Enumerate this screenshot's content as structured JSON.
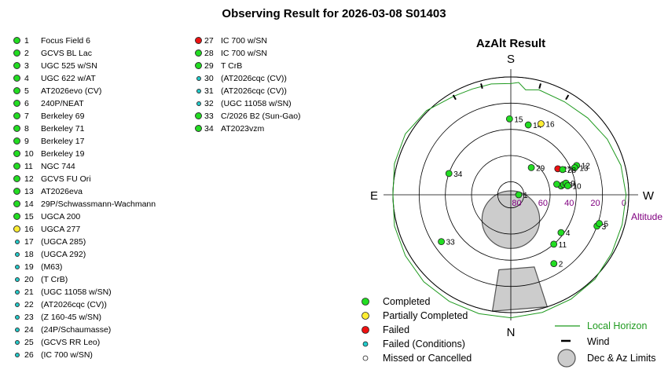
{
  "title": "Observing Result for 2026-03-08 S01403",
  "status_colors": {
    "completed": "#22dd22",
    "partial": "#ffee33",
    "failed": "#ee1111",
    "failed_conditions": "#22cccc",
    "missed": "#ffffff"
  },
  "targets_col1": [
    {
      "num": "1",
      "name": "Focus Field 6",
      "status": "completed"
    },
    {
      "num": "2",
      "name": "GCVS BL Lac",
      "status": "completed"
    },
    {
      "num": "3",
      "name": "UGC 525 w/SN",
      "status": "completed"
    },
    {
      "num": "4",
      "name": "UGC 622 w/AT",
      "status": "completed"
    },
    {
      "num": "5",
      "name": "AT2026evo (CV)",
      "status": "completed"
    },
    {
      "num": "6",
      "name": "240P/NEAT",
      "status": "completed"
    },
    {
      "num": "7",
      "name": "Berkeley 69",
      "status": "completed"
    },
    {
      "num": "8",
      "name": "Berkeley 71",
      "status": "completed"
    },
    {
      "num": "9",
      "name": "Berkeley 17",
      "status": "completed"
    },
    {
      "num": "10",
      "name": "Berkeley 19",
      "status": "completed"
    },
    {
      "num": "11",
      "name": "NGC 744",
      "status": "completed"
    },
    {
      "num": "12",
      "name": "GCVS FU Ori",
      "status": "completed"
    },
    {
      "num": "13",
      "name": "AT2026eva",
      "status": "completed"
    },
    {
      "num": "14",
      "name": "29P/Schwassmann-Wachmann",
      "status": "completed"
    },
    {
      "num": "15",
      "name": "UGCA 200",
      "status": "completed"
    },
    {
      "num": "16",
      "name": "UGCA 277",
      "status": "partial"
    },
    {
      "num": "17",
      "name": "(UGCA 285)",
      "status": "failed_conditions"
    },
    {
      "num": "18",
      "name": "(UGCA 292)",
      "status": "failed_conditions"
    },
    {
      "num": "19",
      "name": "(M63)",
      "status": "failed_conditions"
    },
    {
      "num": "20",
      "name": "(T CrB)",
      "status": "failed_conditions"
    },
    {
      "num": "21",
      "name": "(UGC 11058 w/SN)",
      "status": "failed_conditions"
    },
    {
      "num": "22",
      "name": "(AT2026cqc (CV))",
      "status": "failed_conditions"
    },
    {
      "num": "23",
      "name": "(Z 160-45 w/SN)",
      "status": "failed_conditions"
    },
    {
      "num": "24",
      "name": "(24P/Schaumasse)",
      "status": "failed_conditions"
    },
    {
      "num": "25",
      "name": "(GCVS RR Leo)",
      "status": "failed_conditions"
    },
    {
      "num": "26",
      "name": "(IC 700 w/SN)",
      "status": "failed_conditions"
    }
  ],
  "targets_col2": [
    {
      "num": "27",
      "name": "IC 700 w/SN",
      "status": "failed"
    },
    {
      "num": "28",
      "name": "IC 700 w/SN",
      "status": "completed"
    },
    {
      "num": "29",
      "name": "T CrB",
      "status": "completed"
    },
    {
      "num": "30",
      "name": "(AT2026cqc (CV))",
      "status": "failed_conditions"
    },
    {
      "num": "31",
      "name": "(AT2026cqc (CV))",
      "status": "failed_conditions"
    },
    {
      "num": "32",
      "name": "(UGC 11058 w/SN)",
      "status": "failed_conditions"
    },
    {
      "num": "33",
      "name": "C/2026 B2 (Sun-Gao)",
      "status": "completed"
    },
    {
      "num": "34",
      "name": "AT2023vzm",
      "status": "completed"
    }
  ],
  "chart_data": {
    "type": "scatter",
    "projection": "polar azimuth-altitude, south at top, east at left",
    "title": "AzAlt Result",
    "direction_labels": {
      "top": "S",
      "bottom": "N",
      "left": "E",
      "right": "W"
    },
    "altitude_label": "Altitude",
    "altitude_rings": [
      0,
      20,
      40,
      60,
      80
    ],
    "altitude_tick_labels": [
      "0",
      "20",
      "40",
      "60",
      "80"
    ],
    "points": [
      {
        "label": "1",
        "az": 270,
        "alt": 84,
        "status": "completed"
      },
      {
        "label": "2",
        "az": 212,
        "alt": 28,
        "status": "completed"
      },
      {
        "label": "3",
        "az": 250,
        "alt": 20,
        "status": "completed"
      },
      {
        "label": "4",
        "az": 233,
        "alt": 42,
        "status": "completed"
      },
      {
        "label": "5",
        "az": 252,
        "alt": 19,
        "status": "completed"
      },
      {
        "label": "6",
        "az": 280,
        "alt": 51,
        "status": "completed"
      },
      {
        "label": "7",
        "az": 283,
        "alt": 54,
        "status": "completed"
      },
      {
        "label": "8",
        "az": 281,
        "alt": 49,
        "status": "completed"
      },
      {
        "label": "9",
        "az": 282,
        "alt": 47,
        "status": "completed"
      },
      {
        "label": "10",
        "az": 279,
        "alt": 46,
        "status": "completed"
      },
      {
        "label": "11",
        "az": 221,
        "alt": 40,
        "status": "completed"
      },
      {
        "label": "12",
        "az": 294,
        "alt": 35,
        "status": "completed"
      },
      {
        "label": "13",
        "az": 293,
        "alt": 37,
        "status": "completed"
      },
      {
        "label": "14",
        "az": 346,
        "alt": 35,
        "status": "completed"
      },
      {
        "label": "15",
        "az": 1,
        "alt": 32,
        "status": "completed"
      },
      {
        "label": "16",
        "az": 337,
        "alt": 31,
        "status": "partial"
      },
      {
        "label": "27",
        "az": 299,
        "alt": 49,
        "status": "failed"
      },
      {
        "label": "28",
        "az": 296,
        "alt": 46,
        "status": "completed"
      },
      {
        "label": "29",
        "az": 323,
        "alt": 64,
        "status": "completed"
      },
      {
        "label": "33",
        "az": 124,
        "alt": 26,
        "status": "completed"
      },
      {
        "label": "34",
        "az": 71,
        "alt": 40,
        "status": "completed"
      }
    ],
    "local_horizon": [
      {
        "az": 0,
        "alt": 5
      },
      {
        "az": 10,
        "alt": 4
      },
      {
        "az": 20,
        "alt": 4
      },
      {
        "az": 30,
        "alt": 3
      },
      {
        "az": 45,
        "alt": -1
      },
      {
        "az": 60,
        "alt": -3
      },
      {
        "az": 75,
        "alt": -2
      },
      {
        "az": 90,
        "alt": 0
      },
      {
        "az": 105,
        "alt": -2
      },
      {
        "az": 120,
        "alt": -3
      },
      {
        "az": 135,
        "alt": -4
      },
      {
        "az": 150,
        "alt": -4
      },
      {
        "az": 165,
        "alt": -4
      },
      {
        "az": 180,
        "alt": -4
      },
      {
        "az": 195,
        "alt": -3
      },
      {
        "az": 210,
        "alt": -2
      },
      {
        "az": 225,
        "alt": -1
      },
      {
        "az": 240,
        "alt": 1
      },
      {
        "az": 255,
        "alt": 2
      },
      {
        "az": 270,
        "alt": 2
      },
      {
        "az": 285,
        "alt": 3
      },
      {
        "az": 300,
        "alt": 5
      },
      {
        "az": 315,
        "alt": 7
      },
      {
        "az": 330,
        "alt": 8
      },
      {
        "az": 345,
        "alt": 7
      },
      {
        "az": 352,
        "alt": 9
      },
      {
        "az": 356,
        "alt": 4
      },
      {
        "az": 360,
        "alt": 5
      }
    ],
    "wind_azimuths": [
      15,
      30,
      330,
      345
    ],
    "limit_zone": {
      "az_from": 171,
      "az_to": 198,
      "alt_from": 0,
      "alt_to": 32,
      "circle_center_az": 180,
      "circle_center_alt": 71,
      "circle_radius_deg": 22
    },
    "colors": {
      "ring": "#000000",
      "horizon": "#1f9a1f",
      "limit_fill": "#cccccc",
      "limit_stroke": "#555555",
      "tick_labels": "#800080"
    },
    "legend": {
      "status": [
        {
          "key": "completed",
          "label": "Completed"
        },
        {
          "key": "partial",
          "label": "Partially Completed"
        },
        {
          "key": "failed",
          "label": "Failed"
        },
        {
          "key": "failed_conditions",
          "label": "Failed (Conditions)"
        },
        {
          "key": "missed",
          "label": "Missed or Cancelled"
        }
      ],
      "local_horizon": "Local Horizon",
      "wind": "Wind",
      "limits": "Dec & Az Limits"
    }
  }
}
